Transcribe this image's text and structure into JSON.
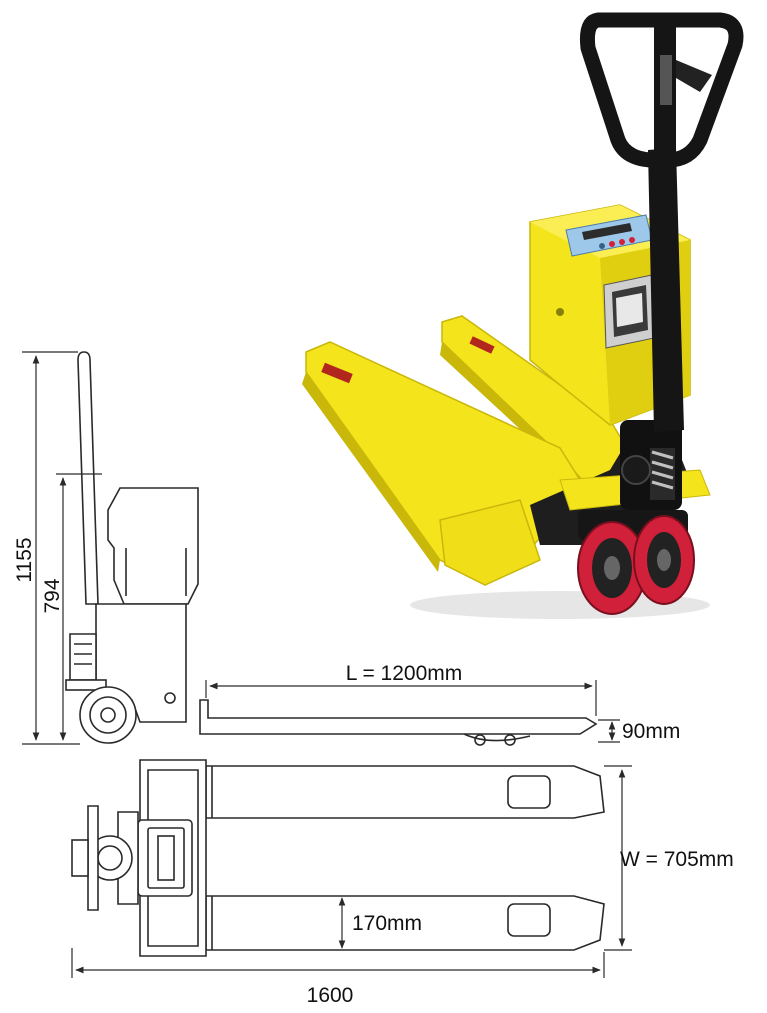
{
  "dimensions": {
    "overall_height": "1155",
    "handle_height": "794",
    "fork_length": "L = 1200mm",
    "fork_lowered_height": "90mm",
    "overall_width": "W = 705mm",
    "fork_width": "170mm",
    "overall_length": "1600"
  },
  "colors": {
    "body_yellow": "#f4e41c",
    "body_shadow": "#c9b70a",
    "handle_black": "#151515",
    "wheel_red": "#d0203a",
    "display_blue": "#9ec8ea",
    "line": "#2a2a2a"
  }
}
